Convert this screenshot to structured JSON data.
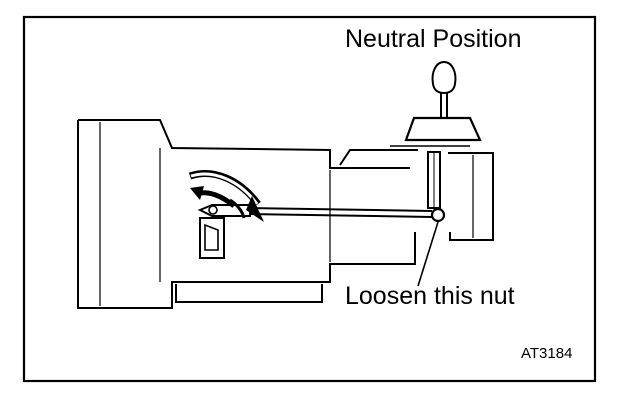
{
  "labels": {
    "neutral_position": "Neutral Position",
    "loosen_nut": "Loosen this nut",
    "figure_code": "AT3184"
  },
  "colors": {
    "ink": "#000000",
    "paper": "#ffffff"
  },
  "icons": {
    "arrows": "curved-direction-arrows-icon",
    "lever": "manual-valve-lever-icon",
    "shifter": "shift-lever-icon"
  }
}
